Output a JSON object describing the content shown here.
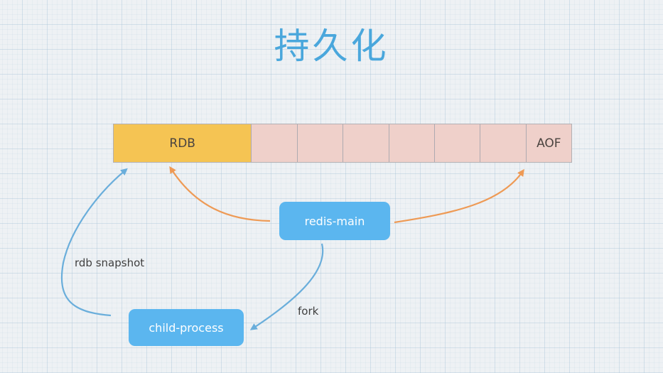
{
  "title": "持久化",
  "storage_bar": {
    "cells": [
      {
        "label": "RDB",
        "kind": "rdb"
      },
      {
        "label": "",
        "kind": "log"
      },
      {
        "label": "",
        "kind": "log"
      },
      {
        "label": "",
        "kind": "log"
      },
      {
        "label": "",
        "kind": "log"
      },
      {
        "label": "",
        "kind": "log"
      },
      {
        "label": "",
        "kind": "log"
      },
      {
        "label": "AOF",
        "kind": "log"
      }
    ]
  },
  "nodes": {
    "main": "redis-main",
    "child": "child-process"
  },
  "edges": {
    "fork_label": "fork",
    "snapshot_label": "rdb snapshot"
  },
  "colors": {
    "title": "#4aa7dc",
    "rdb": "#f5c453",
    "log_cell": "#efd0ca",
    "node": "#5bb6ef",
    "write_arrow": "#ee9a55",
    "process_arrow": "#6aaedb"
  }
}
